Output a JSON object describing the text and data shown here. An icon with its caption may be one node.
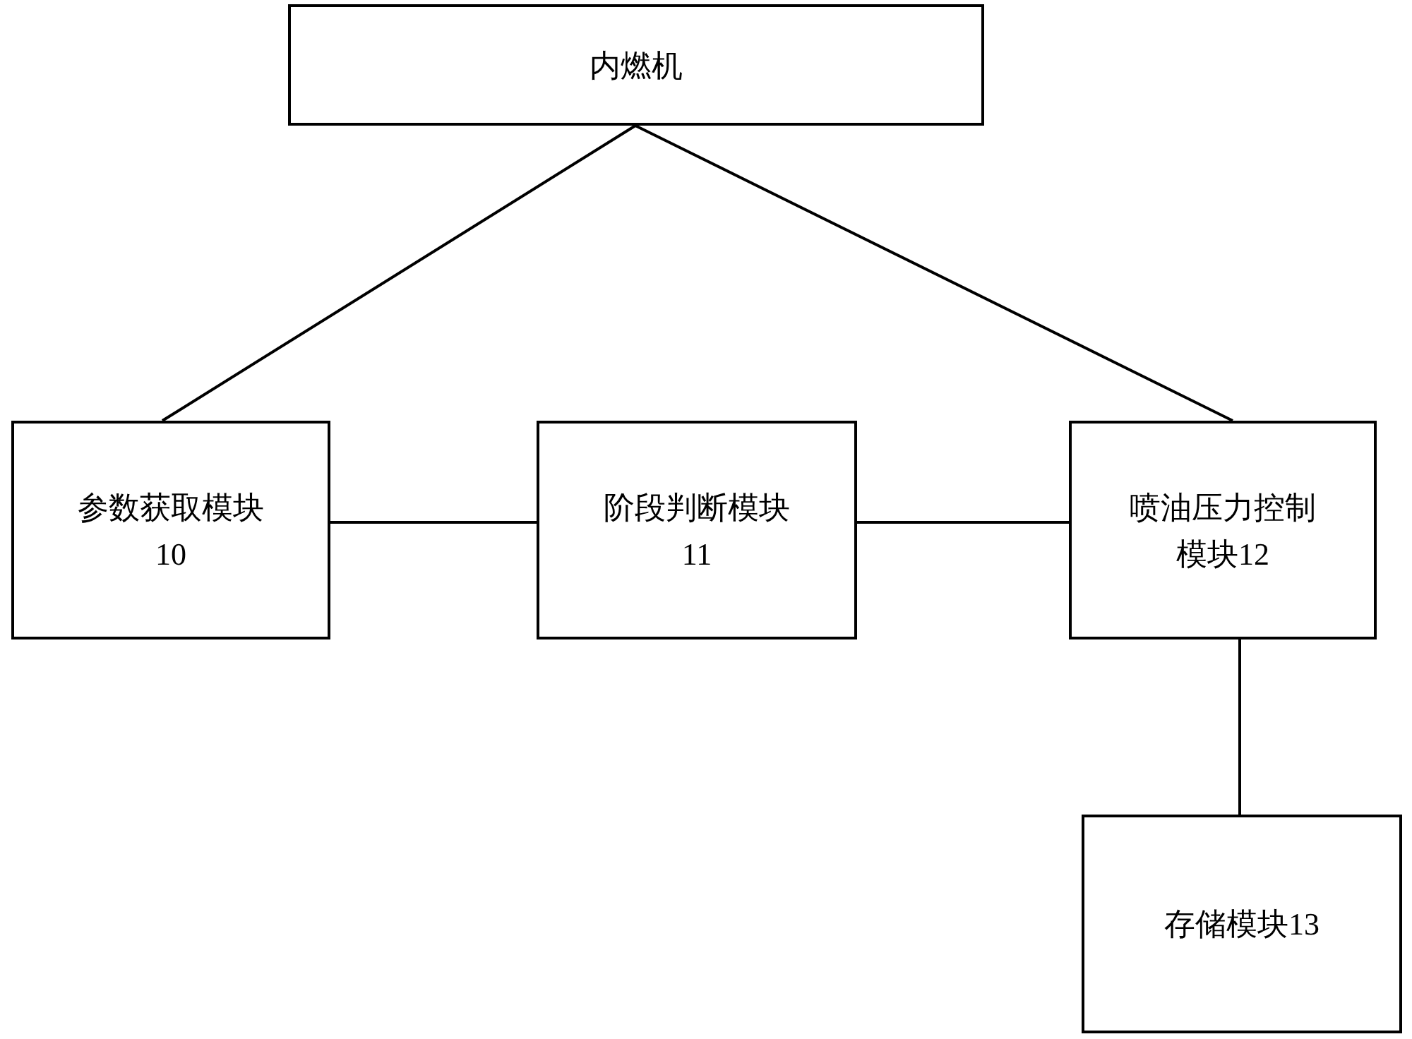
{
  "diagram": {
    "nodes": [
      {
        "text": [
          "内燃机"
        ]
      },
      {
        "text": [
          "参数获取模块10"
        ]
      },
      {
        "text": [
          "阶段判断模块11"
        ]
      },
      {
        "text": [
          "喷油压力控制模块12"
        ]
      },
      {
        "text": [
          "存储模块13"
        ]
      }
    ],
    "edges": [
      {
        "from": 0,
        "to": 1,
        "arrow": "none"
      },
      {
        "from": 0,
        "to": 3,
        "arrow": "none"
      },
      {
        "from": 1,
        "to": 2,
        "arrow": "none"
      },
      {
        "from": 2,
        "to": 3,
        "arrow": "none"
      },
      {
        "from": 3,
        "to": 4,
        "arrow": "none"
      }
    ]
  }
}
